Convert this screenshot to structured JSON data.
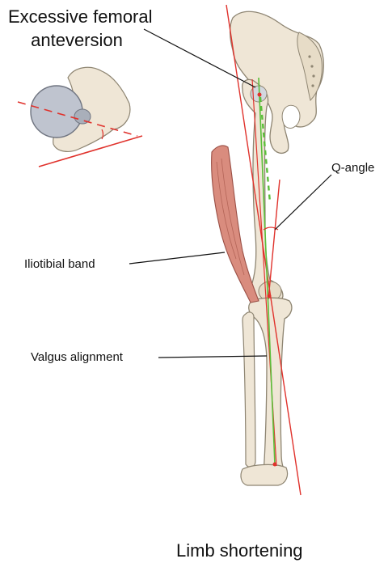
{
  "labels": {
    "excessive_femoral_line1": "Excessive femoral",
    "excessive_femoral_line2": "anteversion",
    "q_angle": "Q-angle",
    "iliotibial_band": "Iliotibial band",
    "valgus_alignment": "Valgus alignment",
    "limb_shortening": "Limb shortening"
  },
  "colors": {
    "bone_fill": "#efe6d6",
    "bone_stroke": "#8e8572",
    "joint_ball": "#bfc4cf",
    "band_fill": "#d98c7e",
    "red_line": "#e0322c",
    "green_line": "#5bbf3a",
    "leader_line": "#111111"
  }
}
